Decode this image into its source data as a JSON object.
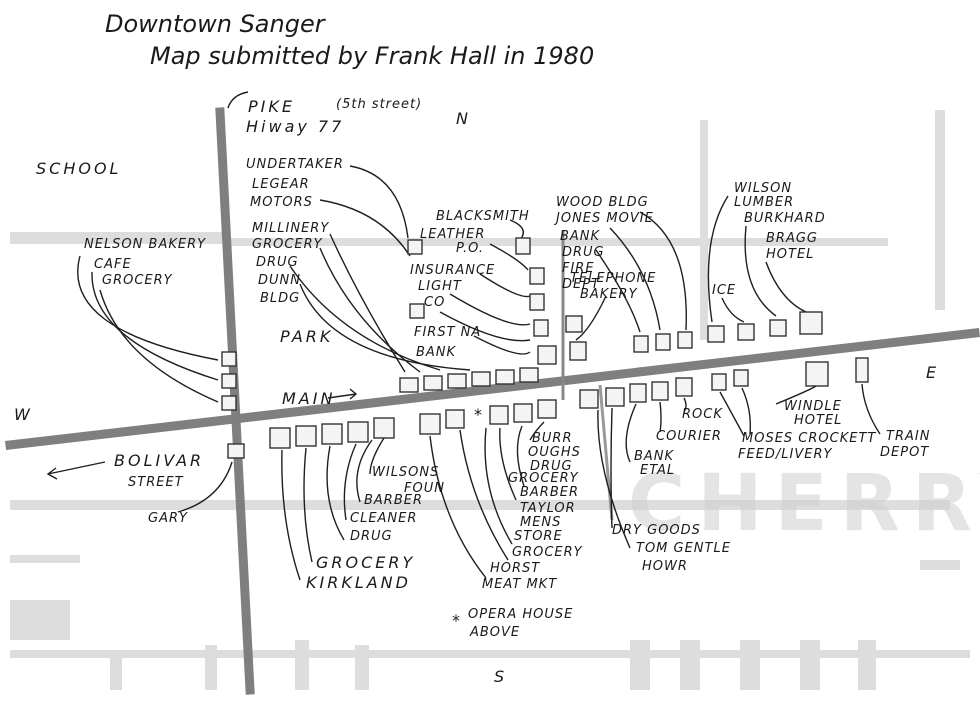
{
  "title": {
    "line1": "Downtown Sanger",
    "line2": "Map submitted by Frank Hall in 1980"
  },
  "compass": {
    "north": "N",
    "south": "S",
    "east": "E",
    "west": "W"
  },
  "streets": {
    "pike": "PIKE",
    "hiway": "Hiway 77",
    "fifth": "(5th street)",
    "main": "MAIN",
    "bolivar": "BOLIVAR",
    "bolivar_street": "STREET",
    "cherry": "CHERRY"
  },
  "northwest": {
    "school": "SCHOOL",
    "items": [
      "NELSON BAKERY",
      "CAFE",
      "GROCERY"
    ]
  },
  "north_side_west": [
    "UNDERTAKER",
    "LEGEAR",
    "MOTORS",
    "MILLINERY",
    "GROCERY",
    "DRUG",
    "DUNN",
    "BLDG",
    "PARK"
  ],
  "north_side_center": [
    "BLACKSMITH",
    "LEATHER",
    "P.O.",
    "INSURANCE",
    "LIGHT",
    "CO",
    "FIRST NA",
    "BANK"
  ],
  "north_side_east": [
    "WOOD BLDG",
    "JONES MOVIE",
    "BANK",
    "DRUG",
    "FIRE",
    "DEPT",
    "TELEPHONE",
    "BAKERY"
  ],
  "north_side_far_east": [
    "WILSON",
    "LUMBER",
    "BURKHARD",
    "BRAGG",
    "HOTEL",
    "ICE"
  ],
  "south_side": {
    "gary": "GARY",
    "west_items": [
      "WILSONS",
      "FOUN",
      "BARBER",
      "CLEANER",
      "DRUG",
      "GROCERY",
      "KIRKLAND"
    ],
    "center_items": [
      "BURR",
      "OUGHS",
      "DRUG",
      "GROCERY",
      "BARBER",
      "TAYLOR",
      "MENS",
      "STORE",
      "GROCERY",
      "HORST",
      "MEAT MKT"
    ],
    "opera": [
      "OPERA HOUSE",
      "ABOVE"
    ],
    "east_items": [
      "BANK",
      "ETAL",
      "ROCK",
      "COURIER",
      "DRY GOODS",
      "TOM GENTLE",
      "HOWR"
    ],
    "far_east_items": [
      "WINDLE",
      "HOTEL",
      "MOSES CROCKETT",
      "FEED/LIVERY",
      "TRAIN",
      "DEPOT"
    ]
  }
}
